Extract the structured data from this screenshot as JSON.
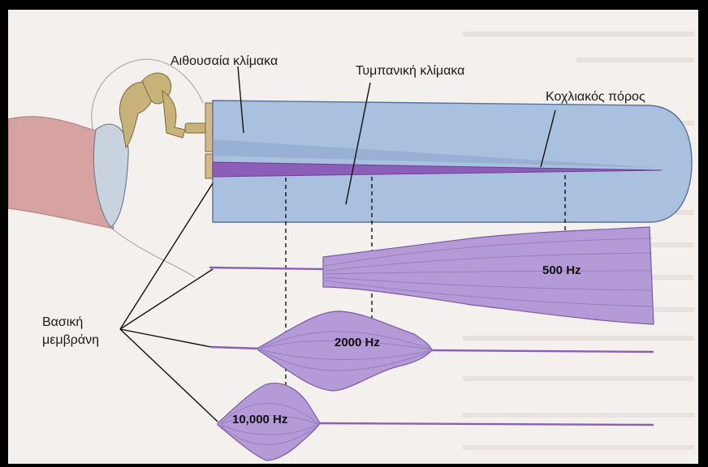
{
  "labels": {
    "scala_vestibuli": "Αιθουσαία κλίμακα",
    "scala_tympani": "Τυμπανική κλίμακα",
    "cochlear_duct": "Κοχλιακός πόρος",
    "basilar_membrane_line1": "Βασική",
    "basilar_membrane_line2": "μεμβράνη"
  },
  "frequencies": {
    "low": "500 Hz",
    "mid": "2000 Hz",
    "high": "10,000 Hz"
  },
  "colors": {
    "frame": "#000000",
    "background": "#f3f0ee",
    "cochlea_fill": "#a9c0df",
    "cochlea_stroke": "#5a6f9a",
    "membrane": "#8b5fb8",
    "envelope_fill": "#b49ad6",
    "envelope_stroke": "#7c5aa8",
    "ossicle": "#c7b27a",
    "skin": "#d7a3a0"
  }
}
